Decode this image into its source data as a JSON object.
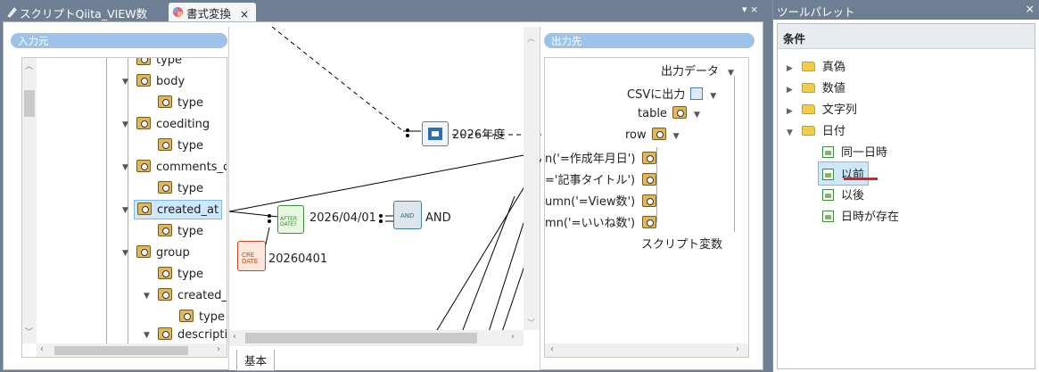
{
  "tabs": [
    {
      "label": "スクリプトQiita_VIEW数",
      "active": false
    },
    {
      "label": "書式変換",
      "active": true,
      "close": "×"
    }
  ],
  "tabbar_menu": "▾ ×",
  "input_panel": {
    "title": "入力元",
    "tree": [
      {
        "label": "type"
      },
      {
        "label": "body"
      },
      {
        "label": "type"
      },
      {
        "label": "coediting"
      },
      {
        "label": "type"
      },
      {
        "label": "comments_c"
      },
      {
        "label": "type"
      },
      {
        "label": "created_at"
      },
      {
        "label": "type"
      },
      {
        "label": "group"
      },
      {
        "label": "type"
      },
      {
        "label": "created_"
      },
      {
        "label": "type"
      },
      {
        "label": "descriptio"
      }
    ]
  },
  "canvas": {
    "nodes": {
      "year_label": "2026年度",
      "after_date_value": "2026/04/01",
      "and_label": "AND",
      "cre_date_value": "20260401",
      "after_icon_text": "AFTER DATE?",
      "and_icon_text": "AND",
      "cre_icon_text": "CRE DATE"
    },
    "bottom_tab": "基本"
  },
  "output_panel": {
    "title": "出力先",
    "items": [
      {
        "label": "出力データ"
      },
      {
        "label": "CSVに出力"
      },
      {
        "label": "table"
      },
      {
        "label": "row"
      },
      {
        "label": "n('=作成年月日')"
      },
      {
        "label": "='記事タイトル')"
      },
      {
        "label": "umn('=View数')"
      },
      {
        "label": "mn('=いいね数')"
      },
      {
        "label": "スクリプト変数"
      }
    ]
  },
  "palette": {
    "title": "ツールパレット",
    "close": "×",
    "section": "条件",
    "items": [
      {
        "label": "真偽",
        "type": "folder",
        "expanded": false
      },
      {
        "label": "数値",
        "type": "folder",
        "expanded": false
      },
      {
        "label": "文字列",
        "type": "folder",
        "expanded": false
      },
      {
        "label": "日付",
        "type": "folder",
        "expanded": true
      },
      {
        "label": "同一日時",
        "type": "leaf"
      },
      {
        "label": "以前",
        "type": "leaf",
        "selected": true
      },
      {
        "label": "以後",
        "type": "leaf"
      },
      {
        "label": "日時が存在",
        "type": "leaf"
      }
    ]
  },
  "colors": {
    "header_blue": "#9ec2e8",
    "tabbar": "#6f7f93",
    "selection": "#cde8fb",
    "underline": "#e02020"
  }
}
